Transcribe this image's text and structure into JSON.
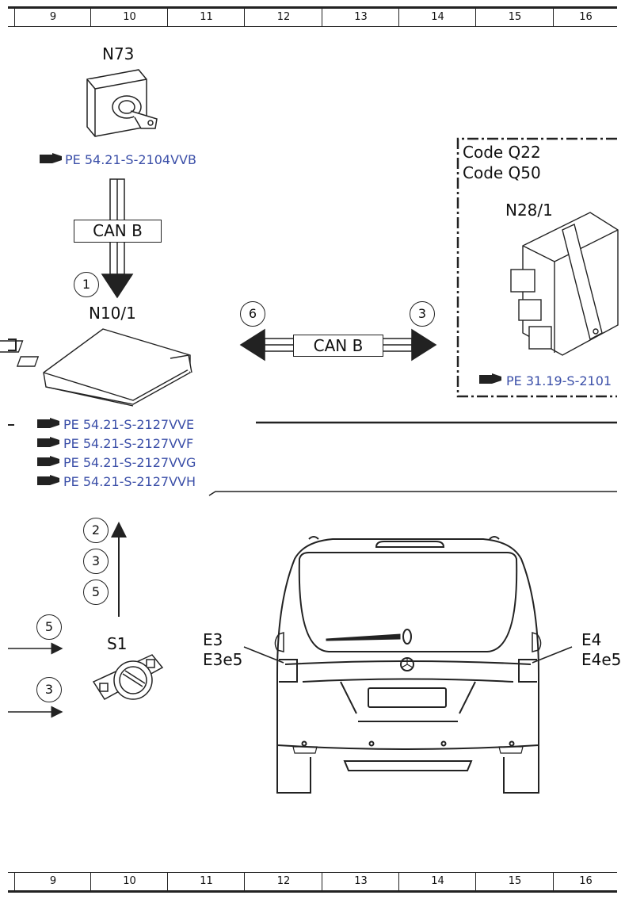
{
  "ruler": {
    "columns": [
      "9",
      "10",
      "11",
      "12",
      "13",
      "14",
      "15",
      "16"
    ]
  },
  "components": {
    "n73": {
      "label": "N73",
      "ref": "PE 54.21-S-2104VVB"
    },
    "n10_1": {
      "label": "N10/1",
      "refs": [
        "PE 54.21-S-2127VVE",
        "PE 54.21-S-2127VVF",
        "PE 54.21-S-2127VVG",
        "PE 54.21-S-2127VVH"
      ]
    },
    "n28_1": {
      "label": "N28/1",
      "codes": [
        "Code Q22",
        "Code Q50"
      ],
      "ref": "PE 31.19-S-2101"
    },
    "s1": {
      "label": "S1"
    },
    "e3": {
      "label1": "E3",
      "label2": "E3e5"
    },
    "e4": {
      "label1": "E4",
      "label2": "E4e5"
    }
  },
  "buses": {
    "vertical": "CAN B",
    "horizontal": "CAN B"
  },
  "circles": {
    "c_n73": "1",
    "c_left": "6",
    "c_right": "3",
    "c_up1": "2",
    "c_up2": "3",
    "c_up3": "5",
    "c_in1": "5",
    "c_in2": "3"
  }
}
